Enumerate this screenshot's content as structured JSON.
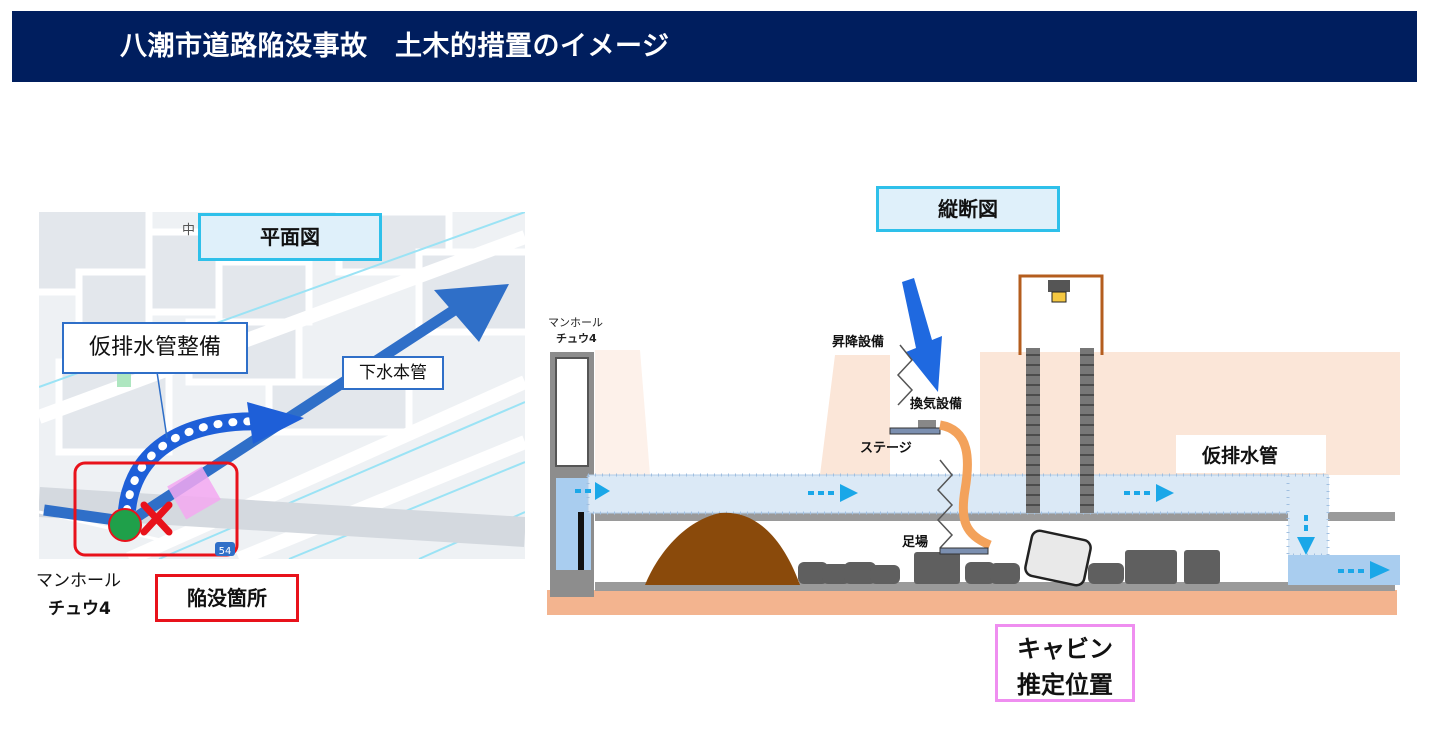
{
  "header": {
    "title": "八潮市道路陥没事故　土木的措置のイメージ"
  },
  "plan_view": {
    "title": "平面図",
    "temp_pipe_label": "仮排水管整備",
    "sewer_main_label": "下水本管",
    "manhole_label": "マンホール",
    "manhole_id": "チュウ4",
    "collapse_label": "陥没箇所",
    "map_text_top": "中",
    "road_shield": "54"
  },
  "section_view": {
    "title": "縦断図",
    "manhole_label": "マンホール",
    "manhole_id": "チュウ4",
    "lift_label": "昇降設備",
    "vent_label": "換気設備",
    "stage_label": "ステージ",
    "scaffold_label": "足場",
    "temp_pipe_label": "仮排水管",
    "cabin_label_line1": "キャビン",
    "cabin_label_line2": "推定位置"
  },
  "colors": {
    "header_bg": "#001e5e",
    "accent_cyan": "#2ec0ea",
    "pipe_blue": "#2f6fc8",
    "collapse_red": "#e8121b",
    "cabin_pink": "#ef8ef0",
    "soil_brown": "#8a4a0b",
    "ground_salmon": "#f3b48f"
  }
}
